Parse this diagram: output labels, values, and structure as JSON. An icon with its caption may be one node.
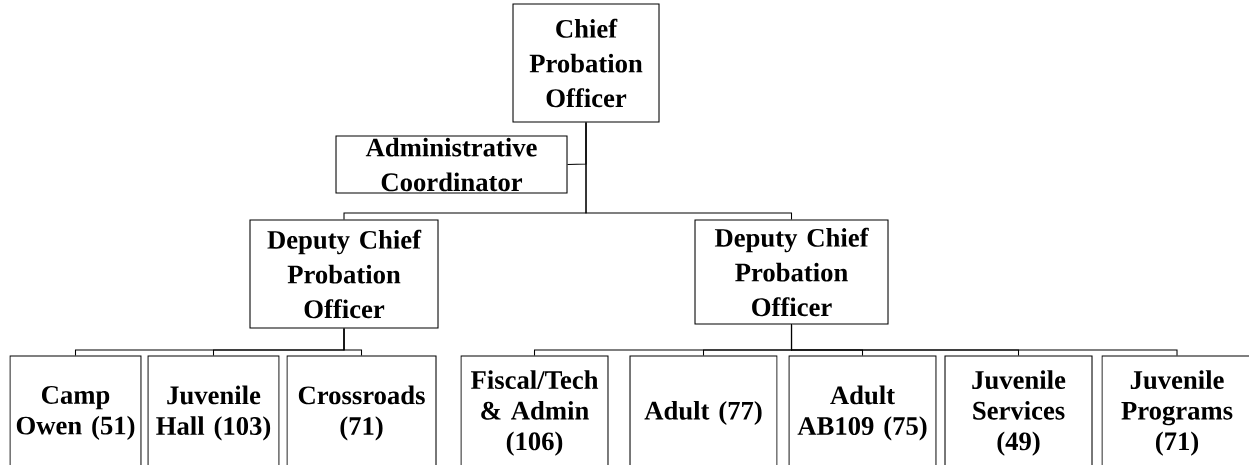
{
  "diagram": {
    "nodes": [
      {
        "text": [
          "Chief Probation Officer"
        ]
      },
      {
        "text": [
          "Administrative Coordinator"
        ]
      },
      {
        "text": [
          "Deputy Chief Probation Officer"
        ]
      },
      {
        "text": [
          "Deputy Chief Probation Officer"
        ]
      },
      {
        "text": [
          "Camp Owen (51)"
        ]
      },
      {
        "text": [
          "Juvenile Hall (103)"
        ]
      },
      {
        "text": [
          "Crossroads (71)"
        ]
      },
      {
        "text": [
          "Fiscal/Tech & Admin (106)"
        ]
      },
      {
        "text": [
          "Adult (77)"
        ]
      },
      {
        "text": [
          "Adult AB109 (75)"
        ]
      },
      {
        "text": [
          "Juvenile Services (49)"
        ]
      },
      {
        "text": [
          "Juvenile Programs (71)"
        ]
      }
    ],
    "edges": [
      {
        "from": 0,
        "to": 1,
        "arrow": "none"
      },
      {
        "from": 0,
        "to": 2,
        "arrow": "none"
      },
      {
        "from": 0,
        "to": 3,
        "arrow": "none"
      },
      {
        "from": 2,
        "to": 4,
        "arrow": "none"
      },
      {
        "from": 2,
        "to": 5,
        "arrow": "none"
      },
      {
        "from": 2,
        "to": 6,
        "arrow": "none"
      },
      {
        "from": 3,
        "to": 7,
        "arrow": "none"
      },
      {
        "from": 3,
        "to": 8,
        "arrow": "none"
      },
      {
        "from": 3,
        "to": 9,
        "arrow": "none"
      },
      {
        "from": 3,
        "to": 10,
        "arrow": "none"
      },
      {
        "from": 3,
        "to": 11,
        "arrow": "none"
      }
    ]
  }
}
